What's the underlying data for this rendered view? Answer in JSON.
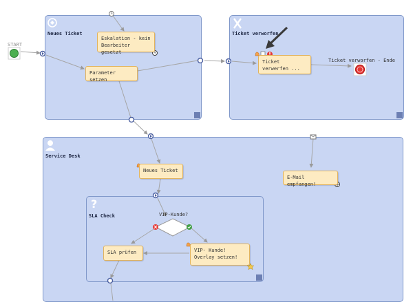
{
  "start": {
    "label": "START"
  },
  "lanes": {
    "neues_ticket": {
      "title": "Neues Ticket"
    },
    "ticket_verworfen": {
      "title": "Ticket verworfen"
    },
    "service_desk": {
      "title": "Service Desk"
    },
    "sla_check": {
      "title": "SLA Check"
    }
  },
  "tasks": {
    "eskalation": "Eskalation - kein Bearbeiter gesetzt",
    "parameter": "Parameter setzen",
    "ticket_verwerfen": "Ticket verwerfen ...",
    "neues_ticket": "Neues Ticket",
    "email": "E-Mail empfangen!",
    "sla_pruefen": "SLA prüfen",
    "vip_overlay": "VIP- Kunde! Overlay setzen!"
  },
  "end": {
    "label": "Ticket verworfen - Ende"
  },
  "gateway": {
    "label": "VIP-Kunde?"
  },
  "colors": {
    "lane_fill": "#c9d6f3",
    "task_fill": "#fdebc2",
    "start": "#4caf50",
    "end": "#e53935"
  }
}
